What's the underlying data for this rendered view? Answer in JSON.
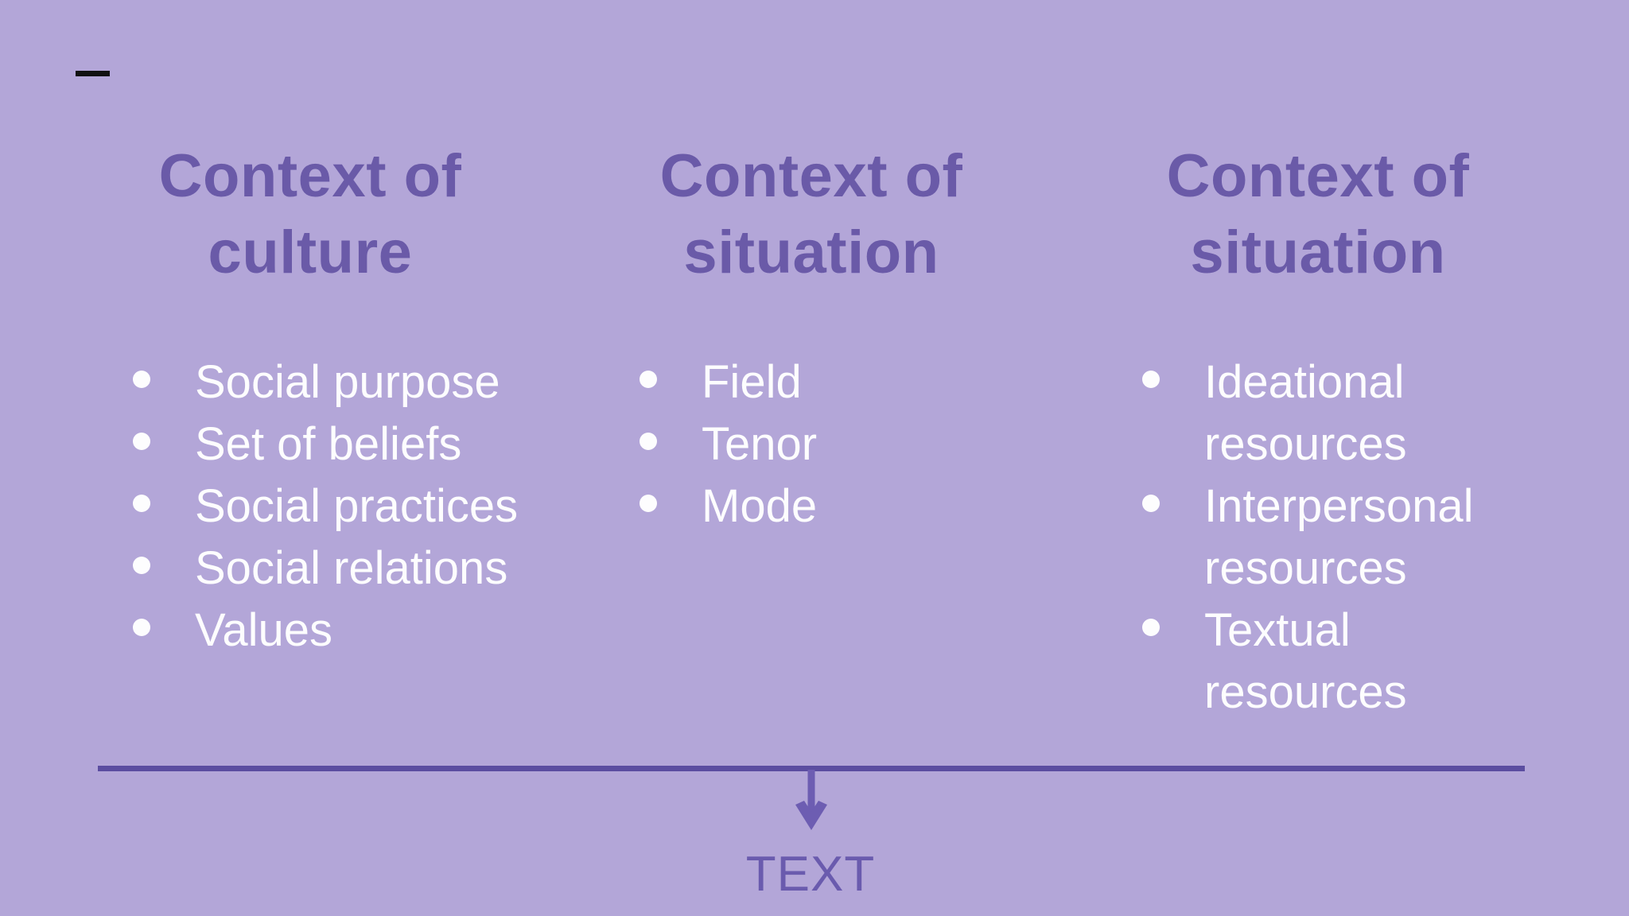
{
  "slide": {
    "footer": {
      "label": "TEXT"
    },
    "colors": {
      "background": "#b3a6d8",
      "heading_text": "#6a5aa8",
      "list_text": "#fdfdfe",
      "divider": "#5b4da0",
      "arrow": "#6d5db2",
      "footer_text": "#6a5bae",
      "title_dash": "#111111"
    },
    "icons": {
      "title_dash": "dash-icon",
      "arrow": "down-arrow-icon",
      "bullet": "bullet-dot-icon"
    }
  },
  "columns": [
    {
      "title": "Context of culture",
      "items": [
        "Social purpose",
        "Set of beliefs",
        "Social practices",
        "Social relations",
        "Values"
      ]
    },
    {
      "title": "Context of situation",
      "items": [
        "Field",
        "Tenor",
        "Mode"
      ]
    },
    {
      "title": "Context of situation",
      "items": [
        "Ideational resources",
        "Interpersonal resources",
        "Textual resources"
      ]
    }
  ]
}
